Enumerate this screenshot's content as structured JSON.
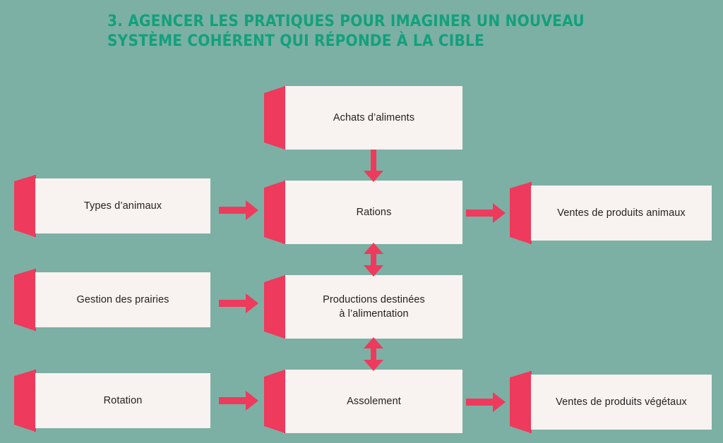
{
  "page": {
    "background_color": "#7cb0a4",
    "accent_color": "#ee3a5c",
    "box_fill_color": "#f8f2f0",
    "title_color": "#13a07c",
    "text_color": "#231f20"
  },
  "header": {
    "title": "3.  Agencer les pratiques pour imaginer un nouveau\nsystème cohérent qui réponde à la cible",
    "number": "3."
  },
  "diagram": {
    "type": "flow-diagram",
    "nodes": [
      {
        "id": "achats-aliments",
        "label": "Achats d’aliments",
        "column": "center",
        "row": 0
      },
      {
        "id": "types-animaux",
        "label": "Types d’animaux",
        "column": "left",
        "row": 1
      },
      {
        "id": "rations",
        "label": "Rations",
        "column": "center",
        "row": 1
      },
      {
        "id": "ventes-produits-animaux",
        "label": "Ventes de produits animaux",
        "column": "right",
        "row": 1
      },
      {
        "id": "gestion-prairies",
        "label": "Gestion des prairies",
        "column": "left",
        "row": 2
      },
      {
        "id": "productions-alimentation",
        "label": "Productions destinées\nà l’alimentation",
        "column": "center",
        "row": 2
      },
      {
        "id": "rotation",
        "label": "Rotation",
        "column": "left",
        "row": 3
      },
      {
        "id": "assolement",
        "label": "Assolement",
        "column": "center",
        "row": 3
      },
      {
        "id": "ventes-produits-vegetaux",
        "label": "Ventes de produits végétaux",
        "column": "right",
        "row": 3
      }
    ],
    "edges": [
      {
        "id": "achats-to-rations",
        "from": "achats-aliments",
        "to": "rations",
        "direction": "down"
      },
      {
        "id": "types-to-rations",
        "from": "types-animaux",
        "to": "rations",
        "direction": "right"
      },
      {
        "id": "rations-to-ventes-animaux",
        "from": "rations",
        "to": "ventes-produits-animaux",
        "direction": "right"
      },
      {
        "id": "rations-productions",
        "from": "rations",
        "to": "productions-alimentation",
        "direction": "both"
      },
      {
        "id": "prairies-to-productions",
        "from": "gestion-prairies",
        "to": "productions-alimentation",
        "direction": "right"
      },
      {
        "id": "productions-assolement",
        "from": "productions-alimentation",
        "to": "assolement",
        "direction": "both"
      },
      {
        "id": "rotation-to-assolement",
        "from": "rotation",
        "to": "assolement",
        "direction": "right"
      },
      {
        "id": "assolement-to-ventes-vegetaux",
        "from": "assolement",
        "to": "ventes-produits-vegetaux",
        "direction": "right"
      }
    ]
  }
}
